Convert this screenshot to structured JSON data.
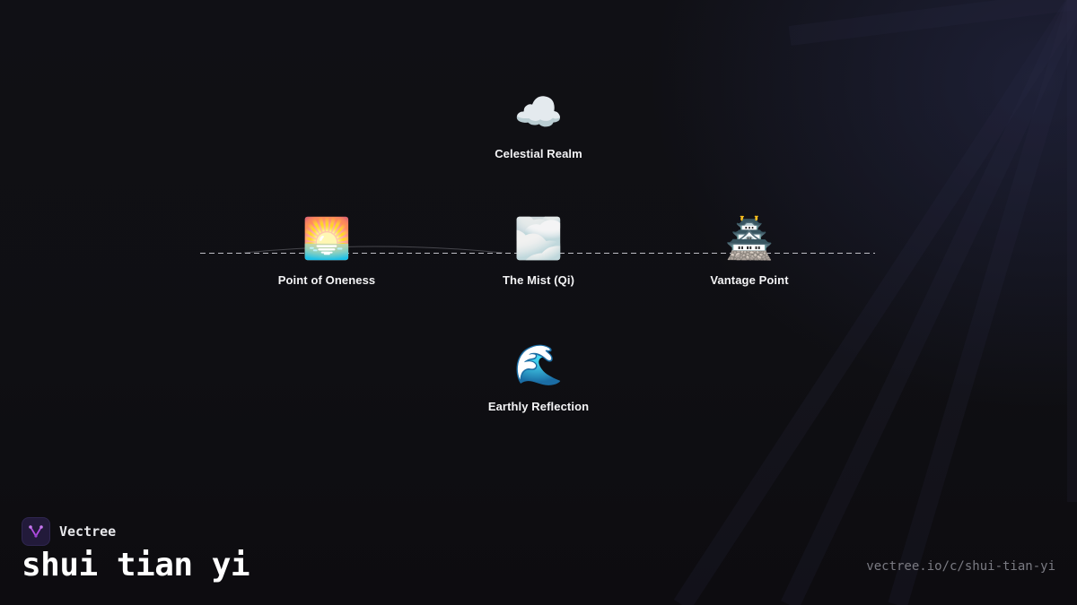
{
  "colors": {
    "background": "#0e0e12",
    "label": "#f3f3f5",
    "connector": "#bdbdc4",
    "url": "#7a7a82",
    "logo_accent": "#b14ee0"
  },
  "nodes": {
    "celestial": {
      "icon": "cloud-icon",
      "glyph": "☁️",
      "label": "Celestial Realm"
    },
    "oneness": {
      "icon": "sunrise-icon",
      "glyph": "🌅",
      "label": "Point of Oneness"
    },
    "mist": {
      "icon": "fog-icon",
      "glyph": "🌫️",
      "label": "The Mist (Qi)"
    },
    "vantage": {
      "icon": "castle-icon",
      "glyph": "🏯",
      "label": "Vantage Point"
    },
    "earthly": {
      "icon": "wave-icon",
      "glyph": "🌊",
      "label": "Earthly Reflection"
    }
  },
  "connector": {
    "style": "dashed",
    "links": [
      "Point of Oneness",
      "The Mist (Qi)",
      "Vantage Point"
    ]
  },
  "brand": {
    "name": "Vectree",
    "logo_icon": "vectree-logo-icon"
  },
  "page": {
    "title": "shui tian yi",
    "url": "vectree.io/c/shui-tian-yi"
  }
}
